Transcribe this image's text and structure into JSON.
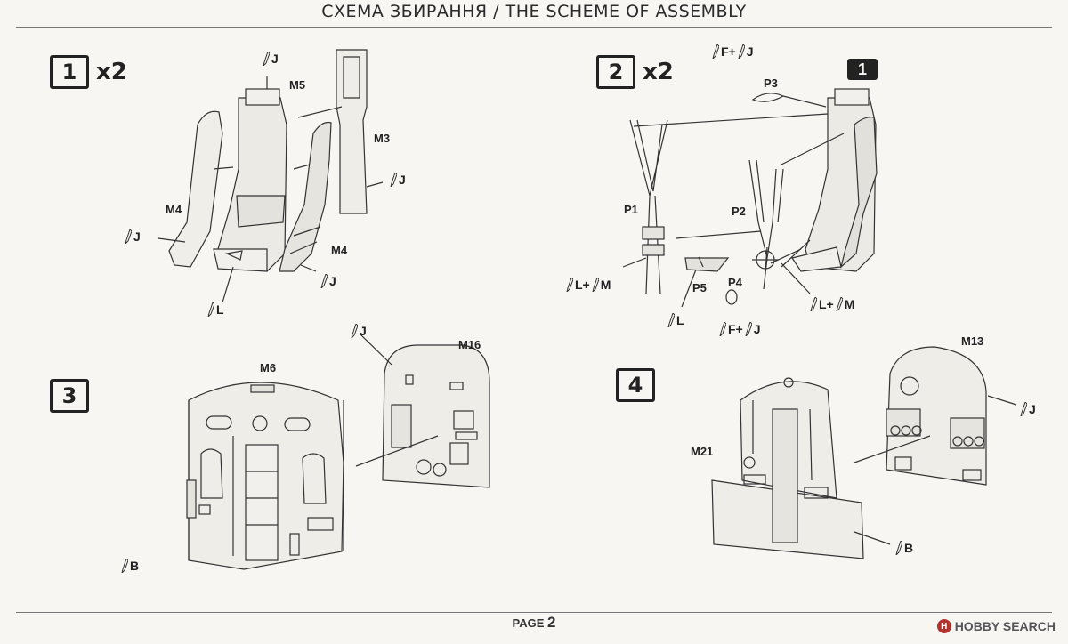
{
  "header": {
    "title": "СХЕМА ЗБИРАННЯ / THE SCHEME OF ASSEMBLY"
  },
  "steps": [
    {
      "num": "1",
      "mult": "x2"
    },
    {
      "num": "2",
      "mult": "x2"
    },
    {
      "num": "3"
    },
    {
      "num": "4"
    }
  ],
  "ref_step": "1",
  "parts": {
    "m5": "M5",
    "m3": "M3",
    "m4a": "M4",
    "m4b": "M4",
    "p1": "P1",
    "p2": "P2",
    "p3": "P3",
    "p4": "P4",
    "p5": "P5",
    "m6": "M6",
    "m16": "M16",
    "m13": "M13",
    "m21": "M21"
  },
  "glue": {
    "g1": "J",
    "g2": "J",
    "g3": "J",
    "g4": "J",
    "g5": "L",
    "g6": "F+",
    "g6b": "J",
    "g7": "L+",
    "g7b": "M",
    "g8": "L",
    "g9": "F+",
    "g9b": "J",
    "g10": "L+",
    "g10b": "M",
    "g11": "J",
    "g12": "B",
    "g13": "J",
    "g14": "B"
  },
  "footer": {
    "label": "PAGE",
    "num": "2"
  },
  "brand": {
    "logo": "H",
    "name": "HOBBY SEARCH"
  }
}
